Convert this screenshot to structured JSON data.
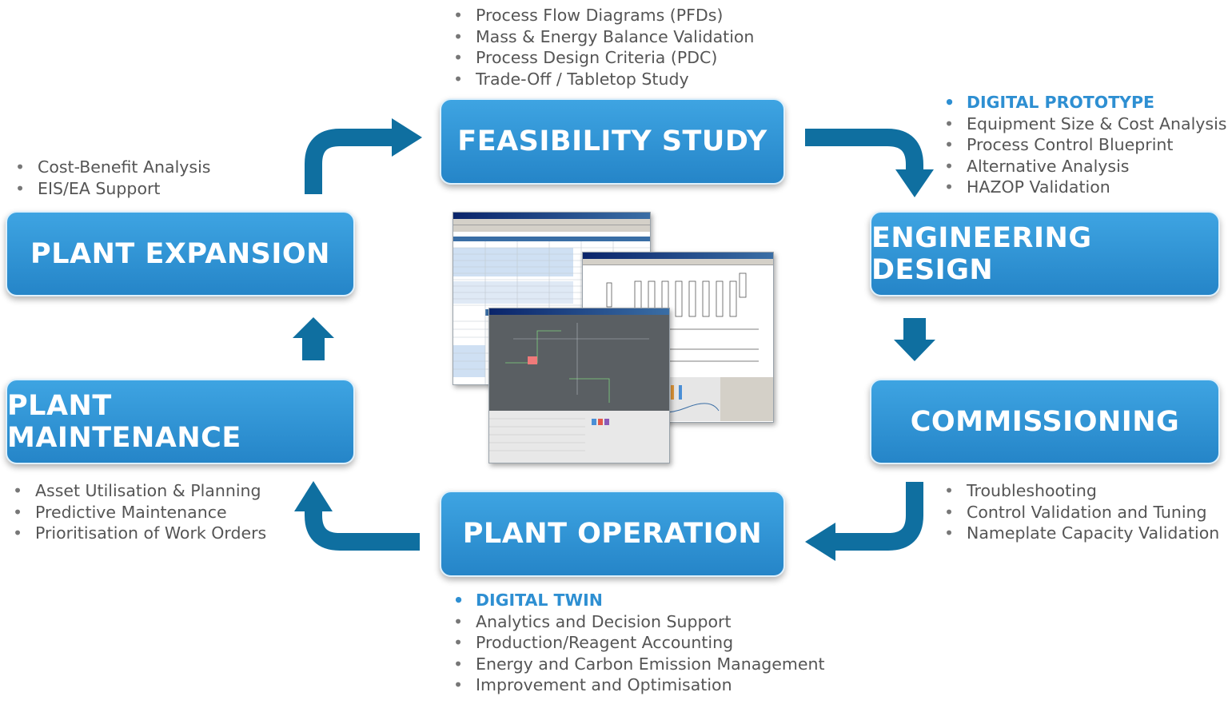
{
  "stages": {
    "feasibility": "FEASIBILITY STUDY",
    "engineering": "ENGINEERING DESIGN",
    "commissioning": "COMMISSIONING",
    "operation": "PLANT OPERATION",
    "maintenance": "PLANT MAINTENANCE",
    "expansion": "PLANT EXPANSION"
  },
  "feasibility_items": [
    "Process Flow Diagrams (PFDs)",
    "Mass & Energy Balance Validation",
    "Process Design Criteria (PDC)",
    "Trade-Off / Tabletop Study"
  ],
  "engineering_items": {
    "highlight": "DIGITAL PROTOTYPE",
    "items": [
      "Equipment Size & Cost Analysis",
      "Process Control Blueprint",
      "Alternative Analysis",
      "HAZOP Validation"
    ]
  },
  "commissioning_items": [
    "Troubleshooting",
    "Control Validation and Tuning",
    "Nameplate Capacity Validation"
  ],
  "operation_items": {
    "highlight": "DIGITAL TWIN",
    "items": [
      "Analytics and Decision Support",
      "Production/Reagent Accounting",
      "Energy and Carbon Emission Management",
      "Improvement and Optimisation"
    ]
  },
  "maintenance_items": [
    "Asset Utilisation & Planning",
    "Predictive Maintenance",
    "Prioritisation of Work Orders"
  ],
  "expansion_items": [
    "Cost-Benefit Analysis",
    "EIS/EA Support"
  ],
  "colors": {
    "box": "#2b8fd3",
    "arrow": "#0f6fa0",
    "text": "#555555",
    "highlight": "#2e8fd2"
  }
}
